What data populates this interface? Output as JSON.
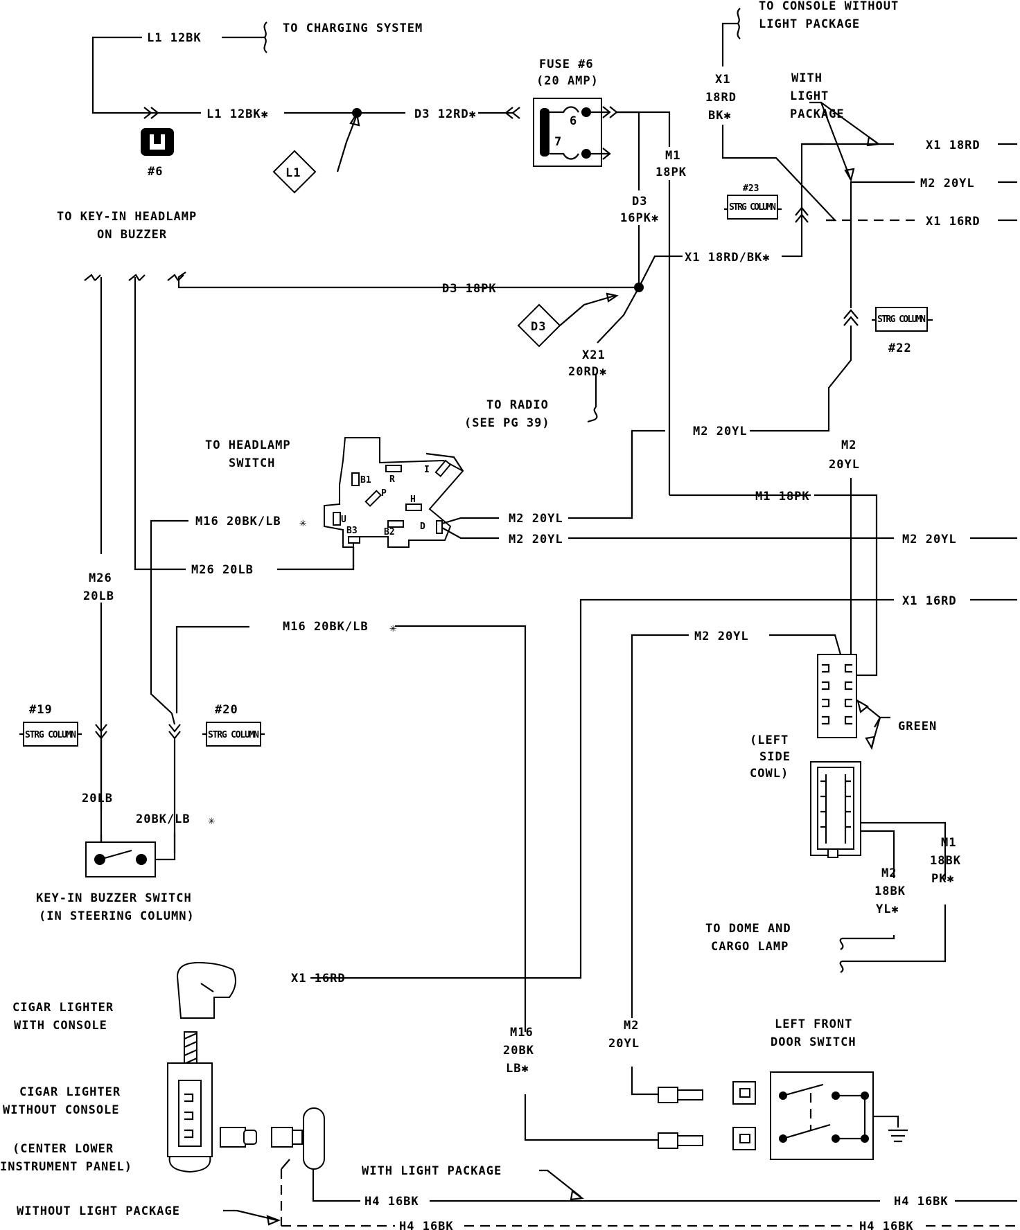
{
  "labels": {
    "l1_12bk": "L1 12BK",
    "to_charging": "TO CHARGING SYSTEM",
    "l1_12bk_star": "L1 12BK✱",
    "d3_12rd_star": "D3 12RD✱",
    "fuse_title": "FUSE #6",
    "fuse_amp": "(20 AMP)",
    "fuse_6": "6",
    "fuse_7": "7",
    "conn_6": "#6",
    "diamond_l1": "L1",
    "diamond_d3": "D3",
    "to_console_1": "TO CONSOLE WITHOUT",
    "to_console_2": "LIGHT PACKAGE",
    "x1_a": "X1",
    "x1_b": "18RD",
    "x1_c": "BK✱",
    "with_lp_1": "WITH",
    "with_lp_2": "LIGHT",
    "with_lp_3": "PACKAGE",
    "x1_18rd": "X1 18RD",
    "m2_20yl_r1": "M2 20YL",
    "x1_16rd_r1": "X1 16RD",
    "m1_a": "M1",
    "m1_b": "18PK",
    "d3_a": "D3",
    "d3_b": "16PK✱",
    "strg_column": "STRG COLUMN",
    "c23": "#23",
    "c22": "#22",
    "c19": "#19",
    "c20": "#20",
    "x1_18rd_bk": "X1 18RD/BK✱",
    "to_keyin_1": "TO KEY-IN HEADLAMP",
    "to_keyin_2": "ON BUZZER",
    "d3_18pk": "D3 18PK",
    "x21_a": "X21",
    "x21_b": "20RD✱",
    "to_radio_1": "TO RADIO",
    "to_radio_2": "(SEE PG 39)",
    "m2_20yl_mid": "M2 20YL",
    "m2_a": "M2",
    "m2_b": "20YL",
    "to_headlamp_1": "TO HEADLAMP",
    "to_headlamp_2": "SWITCH",
    "hs_b1": "B1",
    "hs_r": "R",
    "hs_i": "I",
    "hs_p": "P",
    "hs_h": "H",
    "hs_u": "U",
    "hs_b3": "B3",
    "hs_b2": "B2",
    "hs_d": "D",
    "m16_20bklb": "M16 20BK/LB",
    "m2_20yl_hs1": "M2 20YL",
    "m2_20yl_hs2": "M2 20YL",
    "m1_18pk": "M1 18PK",
    "m2_20yl_r2": "M2 20YL",
    "m26_20lb": "M26 20LB",
    "m26_a": "M26",
    "m26_b": "20LB",
    "x1_16rd_r2": "X1 16RD",
    "m16_20bklb_2": "M16 20BK/LB",
    "m2_20yl_cowl": "M2 20YL",
    "green": "GREEN",
    "cowl_1": "(LEFT",
    "cowl_2": "SIDE",
    "cowl_3": "COWL)",
    "lb_20": "20LB",
    "bklb_20": "20BK/LB",
    "keyin_sw_1": "KEY-IN BUZZER SWITCH",
    "keyin_sw_2": "(IN STEERING COLUMN)",
    "m2_18bk_a": "M2",
    "m2_18bk_b": "18BK",
    "m2_18bk_c": "YL✱",
    "m1_18bk_a": "M1",
    "m1_18bk_b": "18BK",
    "m1_18bk_c": "PK✱",
    "to_dome_1": "TO DOME AND",
    "to_dome_2": "CARGO LAMP",
    "x1_16rd_cig": "X1 16RD",
    "cig_console_1": "CIGAR LIGHTER",
    "cig_console_2": "WITH CONSOLE",
    "m16_a": "M16",
    "m16_b": "20BK",
    "m16_c": "LB✱",
    "m2_door_a": "M2",
    "m2_door_b": "20YL",
    "lf_door_1": "LEFT FRONT",
    "lf_door_2": "DOOR SWITCH",
    "cig_noconsole_1": "CIGAR LIGHTER",
    "cig_noconsole_2": "WITHOUT CONSOLE",
    "cig_loc_1": "(CENTER LOWER",
    "cig_loc_2": "INSTRUMENT PANEL)",
    "with_lp": "WITH LIGHT PACKAGE",
    "h4_16bk_a": "H4 16BK",
    "h4_16bk_b": "H4 16BK",
    "without_lp": "WITHOUT LIGHT PACKAGE",
    "h4_16bk_c": "H4 16BK",
    "h4_16bk_d": "H4 16BK"
  }
}
